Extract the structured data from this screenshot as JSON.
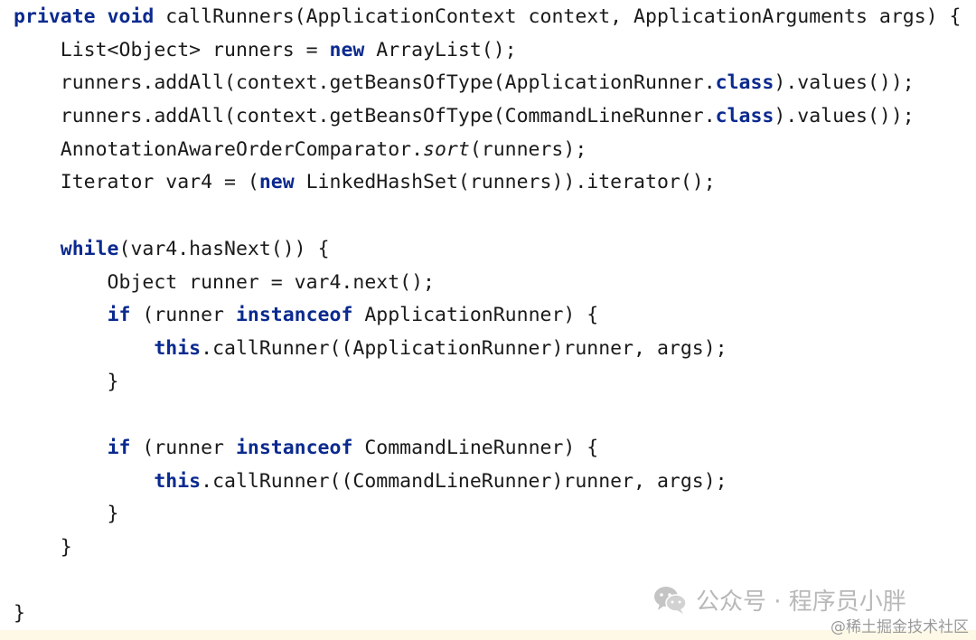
{
  "code": {
    "lines": [
      [
        {
          "t": "private",
          "c": "kw"
        },
        {
          "t": " "
        },
        {
          "t": "void",
          "c": "kw"
        },
        {
          "t": " callRunners(ApplicationContext context, ApplicationArguments args) {"
        }
      ],
      [
        {
          "t": "    List<Object> runners = "
        },
        {
          "t": "new",
          "c": "kw"
        },
        {
          "t": " ArrayList();"
        }
      ],
      [
        {
          "t": "    runners.addAll(context.getBeansOfType(ApplicationRunner."
        },
        {
          "t": "class",
          "c": "kw"
        },
        {
          "t": ").values());"
        }
      ],
      [
        {
          "t": "    runners.addAll(context.getBeansOfType(CommandLineRunner."
        },
        {
          "t": "class",
          "c": "kw"
        },
        {
          "t": ").values());"
        }
      ],
      [
        {
          "t": "    AnnotationAwareOrderComparator."
        },
        {
          "t": "sort",
          "c": "it"
        },
        {
          "t": "(runners);"
        }
      ],
      [
        {
          "t": "    Iterator var4 = ("
        },
        {
          "t": "new",
          "c": "kw"
        },
        {
          "t": " LinkedHashSet(runners)).iterator();"
        }
      ],
      [],
      [
        {
          "t": "    "
        },
        {
          "t": "while",
          "c": "kw"
        },
        {
          "t": "(var4.hasNext()) {"
        }
      ],
      [
        {
          "t": "        Object runner = var4.next();"
        }
      ],
      [
        {
          "t": "        "
        },
        {
          "t": "if",
          "c": "kw"
        },
        {
          "t": " (runner "
        },
        {
          "t": "instanceof",
          "c": "kw"
        },
        {
          "t": " ApplicationRunner) {"
        }
      ],
      [
        {
          "t": "            "
        },
        {
          "t": "this",
          "c": "kw"
        },
        {
          "t": ".callRunner((ApplicationRunner)runner, args);"
        }
      ],
      [
        {
          "t": "        }"
        }
      ],
      [],
      [
        {
          "t": "        "
        },
        {
          "t": "if",
          "c": "kw"
        },
        {
          "t": " (runner "
        },
        {
          "t": "instanceof",
          "c": "kw"
        },
        {
          "t": " CommandLineRunner) {"
        }
      ],
      [
        {
          "t": "            "
        },
        {
          "t": "this",
          "c": "kw"
        },
        {
          "t": ".callRunner((CommandLineRunner)runner, args);"
        }
      ],
      [
        {
          "t": "        }"
        }
      ],
      [
        {
          "t": "    }"
        }
      ],
      [],
      [
        {
          "t": "}"
        }
      ]
    ]
  },
  "watermark": {
    "text": "公众号 · 程序员小胖",
    "icon": "wechat-icon",
    "credit": "@稀土掘金技术社区"
  },
  "colors": {
    "keyword": "#0b2a8f",
    "text": "#1a1a1a",
    "caret_line": "#fdf9e6",
    "watermark": "#b8b8b8"
  }
}
